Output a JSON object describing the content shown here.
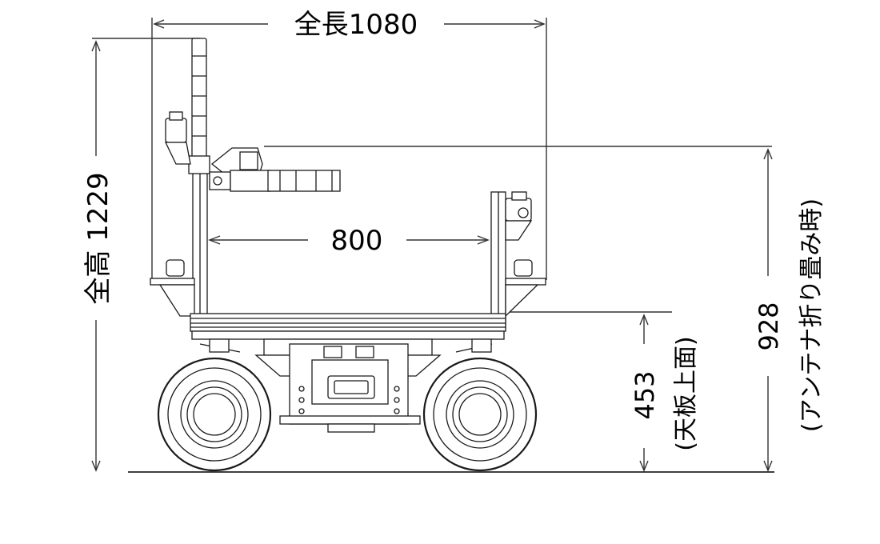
{
  "dimensions": {
    "overall_length": "全長1080",
    "overall_height": "全高 1229",
    "handle_span": "800",
    "deck_height_value": "453",
    "deck_height_note": "(天板上面)",
    "antenna_folded_height_value": "928",
    "antenna_folded_note": "(アンテナ折り畳み時)"
  },
  "colors": {
    "line": "#000000",
    "part_outline": "#1a1a1a",
    "dim_line": "#333333"
  }
}
